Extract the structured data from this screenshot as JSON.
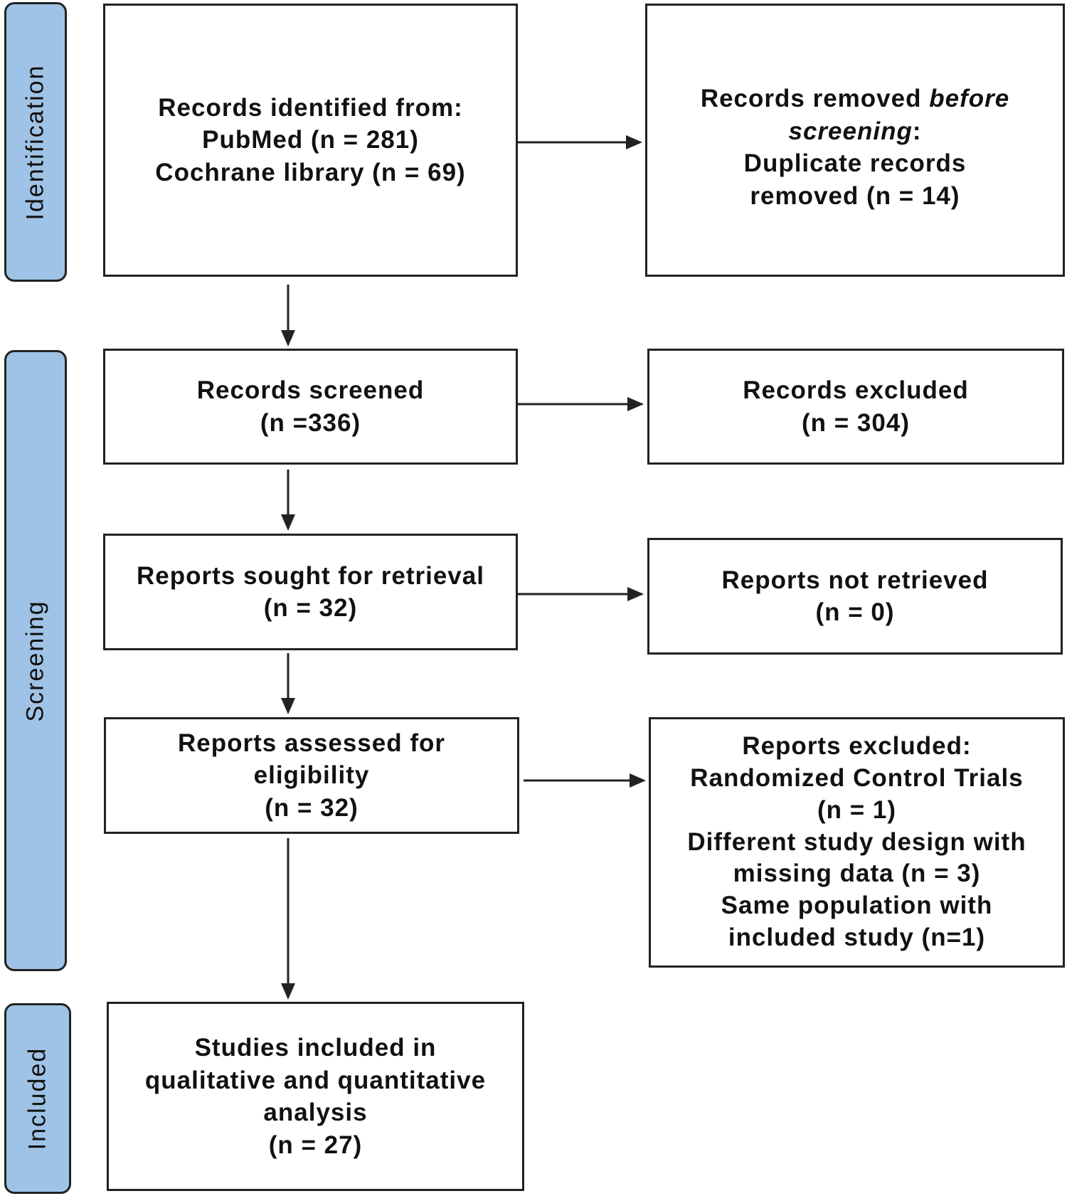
{
  "phases": {
    "identification": "Identification",
    "screening": "Screening",
    "included": "Included"
  },
  "boxes": {
    "records_identified": {
      "line1": "Records identified from:",
      "line2": "PubMed (n = 281)",
      "line3": "Cochrane library (n = 69)"
    },
    "records_removed": {
      "line1_a": "Records removed ",
      "line1_b": "before",
      "line2_a": "screening",
      "line2_b": ":",
      "line3": "Duplicate records",
      "line4": "removed (n = 14)"
    },
    "records_screened": {
      "line1": "Records screened",
      "line2": "(n =336)"
    },
    "records_excluded": {
      "line1": "Records excluded",
      "line2": "(n = 304)"
    },
    "reports_sought": {
      "line1": "Reports sought for retrieval",
      "line2": "(n = 32)"
    },
    "reports_not_retrieved": {
      "line1": "Reports not retrieved",
      "line2": "(n = 0)"
    },
    "reports_assessed": {
      "line1": "Reports assessed for",
      "line2": "eligibility",
      "line3": "(n = 32)"
    },
    "reports_excluded": {
      "line1": "Reports excluded:",
      "line2": "Randomized Control Trials",
      "line3": "(n = 1)",
      "line4": "Different study design with",
      "line5": "missing data (n = 3)",
      "line6": "Same population with",
      "line7": "included study (n=1)"
    },
    "studies_included": {
      "line1": "Studies included in",
      "line2": "qualitative and quantitative",
      "line3": "analysis",
      "line4": "(n = 27)"
    }
  },
  "colors": {
    "phase_fill": "#9fc3e6",
    "stroke": "#222222"
  }
}
